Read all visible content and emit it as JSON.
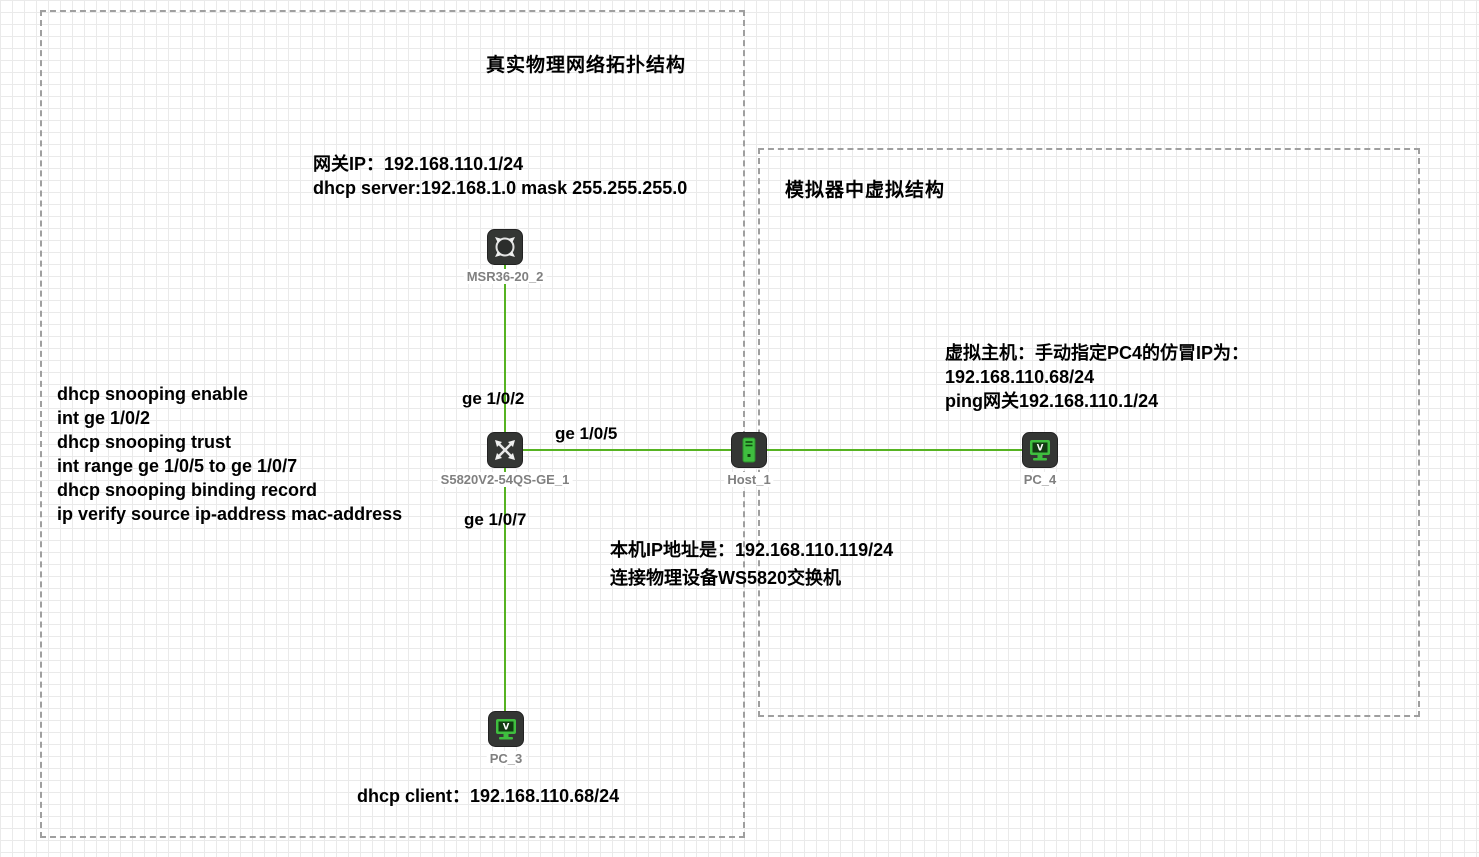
{
  "regions": {
    "physical": {
      "title": "真实物理网络拓扑结构"
    },
    "virtual": {
      "title": "模拟器中虚拟结构"
    }
  },
  "annotations": {
    "gateway": {
      "line1": "网关IP：192.168.110.1/24",
      "line2": "dhcp server:192.168.1.0 mask 255.255.255.0"
    },
    "switch_config": {
      "lines": [
        "dhcp snooping enable",
        "int ge 1/0/2",
        "dhcp snooping trust",
        "int range ge 1/0/5 to ge 1/0/7",
        "dhcp snooping binding record",
        "ip verify source ip-address mac-address"
      ]
    },
    "virtual_host": {
      "line1": "虚拟主机：手动指定PC4的仿冒IP为：",
      "line2": "192.168.110.68/24",
      "line3": "ping网关192.168.110.1/24"
    },
    "host_info": {
      "line1": "本机IP地址是：192.168.110.119/24",
      "line2": "连接物理设备WS5820交换机"
    },
    "dhcp_client": "dhcp client：192.168.110.68/24"
  },
  "port_labels": {
    "ge_1_0_2": "ge 1/0/2",
    "ge_1_0_5": "ge 1/0/5",
    "ge_1_0_7": "ge 1/0/7"
  },
  "devices": {
    "router": {
      "label": "MSR36-20_2",
      "type": "router"
    },
    "switch": {
      "label": "S5820V2-54QS-GE_1",
      "type": "switch"
    },
    "host": {
      "label": "Host_1",
      "type": "host"
    },
    "pc4": {
      "label": "PC_4",
      "type": "pc"
    },
    "pc3": {
      "label": "PC_3",
      "type": "pc"
    }
  },
  "colors": {
    "link_green": "#56b322",
    "device_icon_dark": "#343634",
    "device_green": "#3fbf3f",
    "device_label_gray": "#808080",
    "region_border_gray": "#9f9f9f",
    "annotation_black": "#000000"
  }
}
